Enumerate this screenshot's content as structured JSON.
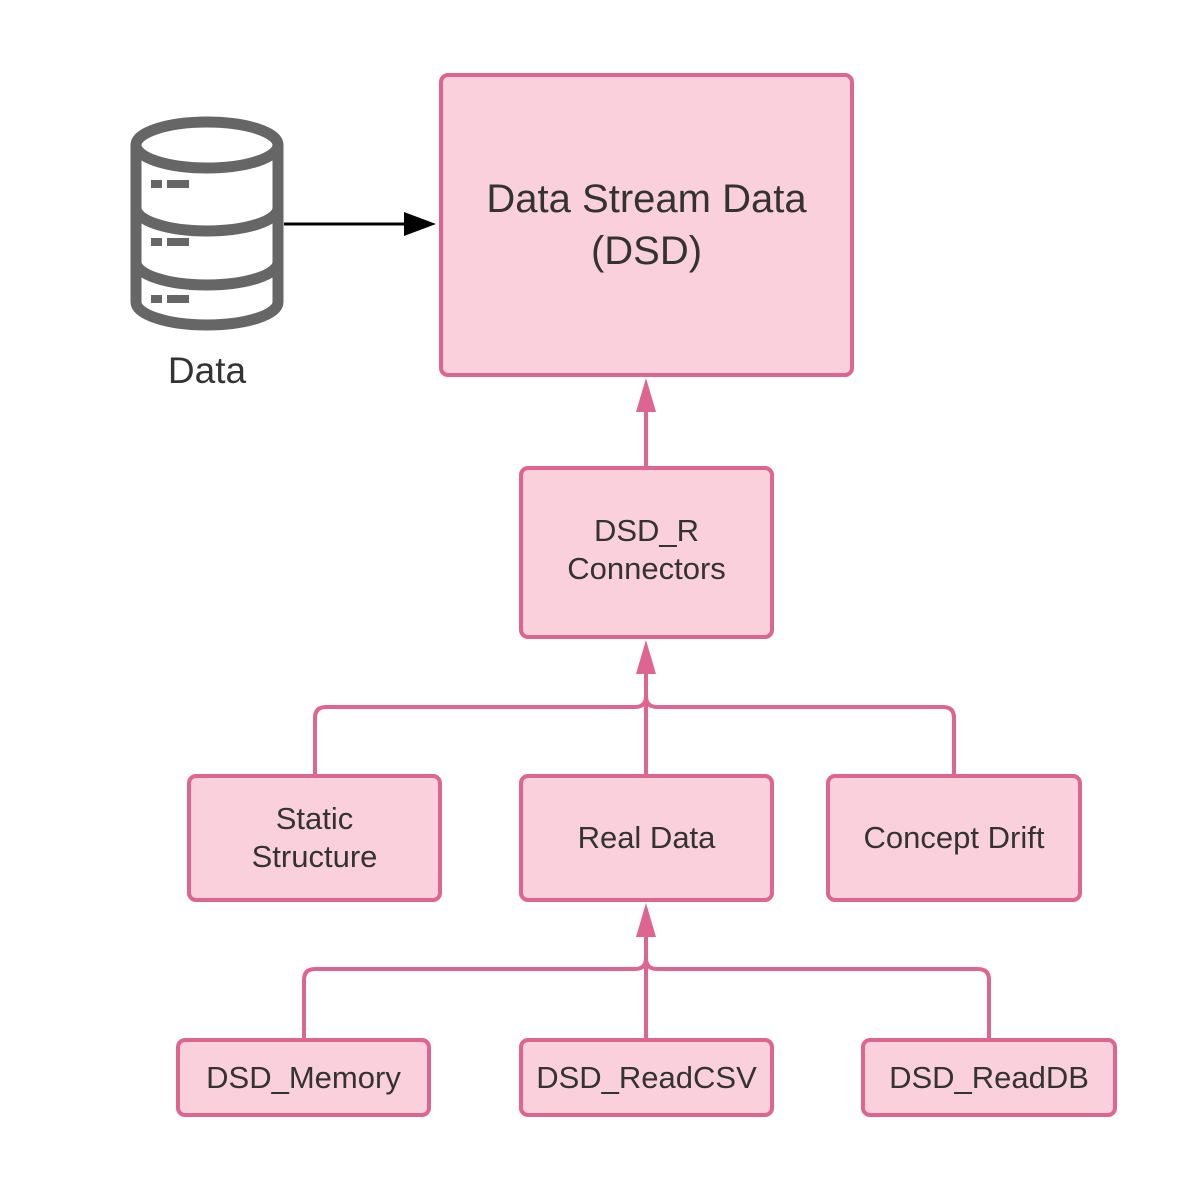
{
  "colors": {
    "node_fill": "#f9d0dc",
    "node_border": "#de6590",
    "connector": "#de6590",
    "database_icon": "#666666",
    "text": "#333333",
    "arrow_black": "#000000"
  },
  "database": {
    "icon": "database-icon",
    "label": "Data"
  },
  "nodes": {
    "dsd": {
      "line1": "Data Stream Data",
      "line2": "(DSD)"
    },
    "connectors": {
      "line1": "DSD_R",
      "line2": "Connectors"
    },
    "static_structure": {
      "line1": "Static",
      "line2": "Structure"
    },
    "real_data": {
      "label": "Real Data"
    },
    "concept_drift": {
      "label": "Concept Drift"
    },
    "memory": {
      "label": "DSD_Memory"
    },
    "readcsv": {
      "label": "DSD_ReadCSV"
    },
    "readdb": {
      "label": "DSD_ReadDB"
    }
  },
  "edges": [
    {
      "from": "database",
      "to": "dsd"
    },
    {
      "from": "connectors",
      "to": "dsd"
    },
    {
      "from": "static_structure",
      "to": "connectors"
    },
    {
      "from": "real_data",
      "to": "connectors"
    },
    {
      "from": "concept_drift",
      "to": "connectors"
    },
    {
      "from": "memory",
      "to": "real_data"
    },
    {
      "from": "readcsv",
      "to": "real_data"
    },
    {
      "from": "readdb",
      "to": "real_data"
    }
  ]
}
